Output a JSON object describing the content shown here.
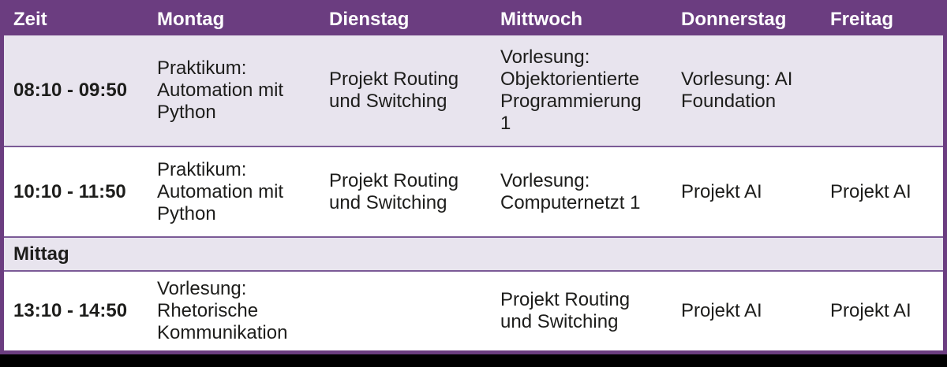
{
  "timetable": {
    "columns": [
      "Zeit",
      "Montag",
      "Dienstag",
      "Mittwoch",
      "Donnerstag",
      "Freitag"
    ],
    "rows": [
      {
        "time": "08:10 - 09:50",
        "cells": [
          "Praktikum:\nAutomation mit\nPython",
          "Projekt Routing\nund Switching",
          "Vorlesung:\nObjektorientierte\nProgrammierung\n1",
          "Vorlesung: AI\nFoundation",
          ""
        ]
      },
      {
        "time": "10:10 - 11:50",
        "cells": [
          "Praktikum:\nAutomation mit\nPython",
          "Projekt Routing\nund Switching",
          "Vorlesung:\nComputernetzt 1",
          "Projekt AI",
          "Projekt AI"
        ]
      },
      {
        "time": "13:10 - 14:50",
        "cells": [
          "Vorlesung:\nRhetorische\nKommunikation",
          "",
          "Projekt Routing\nund Switching",
          "Projekt AI",
          "Projekt AI"
        ]
      }
    ],
    "lunch_label": "Mittag",
    "colors": {
      "header_bg": "#6b3d80",
      "outer_border": "#6b3d80",
      "row_divider": "#7b5a96",
      "alt_row_bg": "#e8e4ee",
      "header_text": "#ffffff",
      "body_text": "#1d1d1b",
      "bottom_bar": "#000000"
    }
  }
}
